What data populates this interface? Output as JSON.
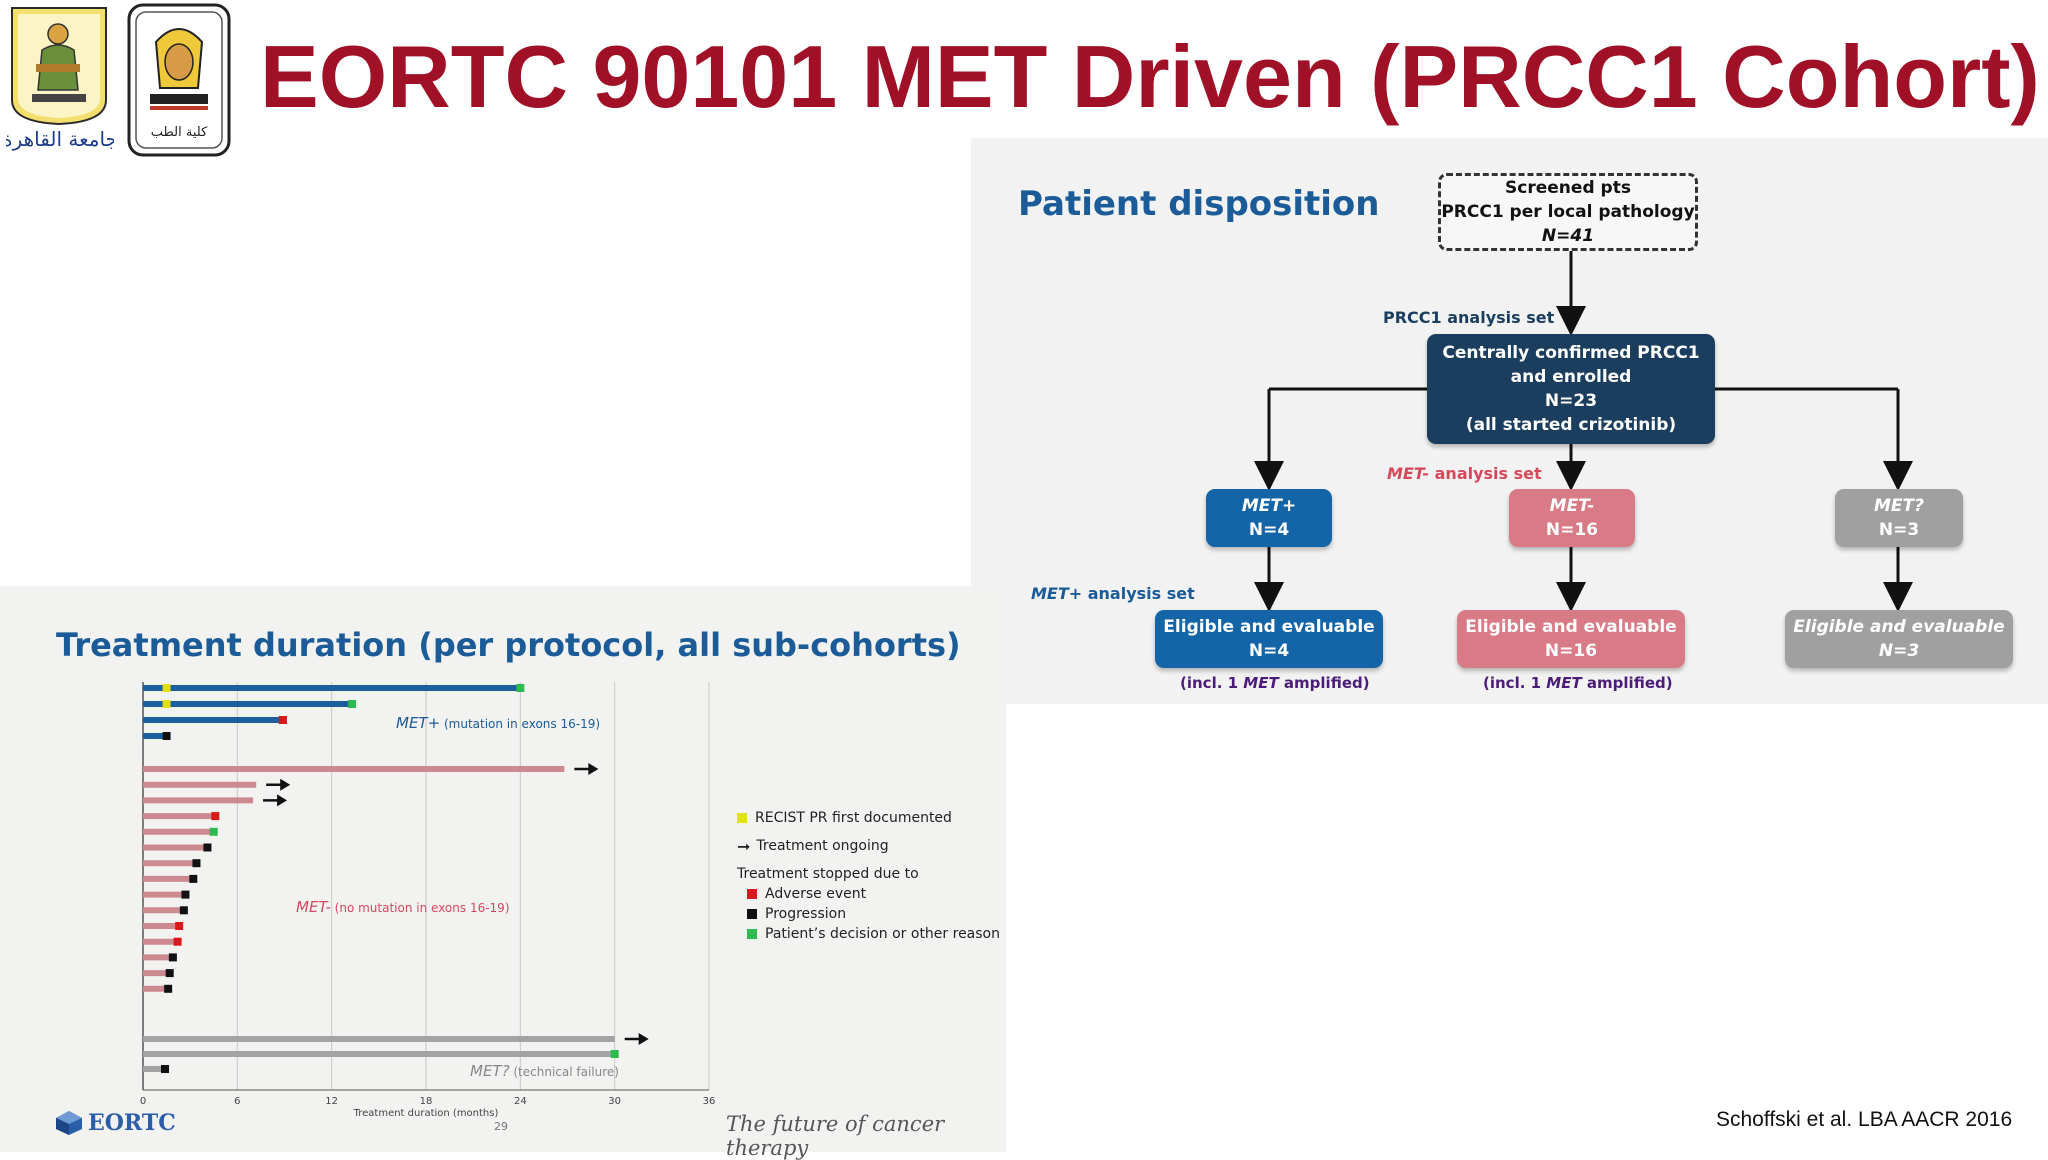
{
  "title": "EORTC 90101 MET Driven (PRCC1 Cohort)",
  "logos": {
    "left_logo_text": "جامعة القاهرة",
    "right_logo_text": "كلية الطب"
  },
  "disposition": {
    "heading": "Patient disposition",
    "screened": {
      "line1": "Screened pts",
      "line2": "PRCC1 per local pathology",
      "line3": "N=41"
    },
    "prcc1_set_label": "PRCC1 analysis set",
    "central": {
      "line1": "Centrally confirmed  PRCC1",
      "line2": "and enrolled",
      "line3": "N=23",
      "line4": "(all started crizotinib)"
    },
    "met_minus_set_label": {
      "met": "MET-",
      "rest": " analysis set"
    },
    "met_plus_set_label": {
      "met": "MET+",
      "rest": " analysis set"
    },
    "groups": [
      {
        "name": "MET+",
        "n": "N=4",
        "eval_line1": "Eligible and evaluable",
        "eval_line2": "N=4",
        "incl_pre": "(incl. 1 ",
        "incl_met": "MET",
        "incl_post": " amplified)"
      },
      {
        "name": "MET-",
        "n": "N=16",
        "eval_line1": "Eligible and evaluable",
        "eval_line2": "N=16",
        "incl_pre": "(incl. 1 ",
        "incl_met": "MET",
        "incl_post": " amplified)"
      },
      {
        "name": "MET?",
        "n": "N=3",
        "eval_line1": "Eligible and evaluable",
        "eval_line2": "N=3"
      }
    ],
    "colors": {
      "dark": "#1b3e5f",
      "blue": "#1464a8",
      "pink": "#d97b86",
      "gray": "#a0a0a0",
      "label_red": "#d6485c",
      "label_blue": "#1b5c98"
    }
  },
  "treatment": {
    "heading": "Treatment duration (per protocol, all sub-cohorts)",
    "legend": {
      "recist": "RECIST PR first documented",
      "ongoing": "Treatment ongoing",
      "stopped_header": "Treatment stopped due to",
      "adverse": "Adverse event",
      "progression": "Progression",
      "decision": "Patient’s decision or other reason"
    },
    "group_labels": {
      "met_plus": {
        "met": "MET+",
        "detail": " (mutation in exons 16-19)"
      },
      "met_minus": {
        "met": "MET-",
        "detail": " (no mutation in exons 16-19)"
      },
      "met_q": {
        "met": "MET?",
        "detail": " (technical failure)"
      }
    },
    "eortc_text": "EORTC",
    "tagline": "The future of cancer therapy",
    "page_number": "29"
  },
  "chart_data": {
    "type": "bar",
    "orientation": "horizontal",
    "xlabel": "Treatment duration (months)",
    "xticks": [
      0,
      6,
      12,
      18,
      24,
      30,
      36
    ],
    "xlim": [
      0,
      36
    ],
    "grid": true,
    "series": [
      {
        "name": "MET+",
        "color": "#1c5f9c",
        "bars": [
          {
            "duration": 24.0,
            "end": "decision",
            "pr_at": 1.5
          },
          {
            "duration": 13.3,
            "end": "decision",
            "pr_at": 1.5
          },
          {
            "duration": 8.9,
            "end": "adverse"
          },
          {
            "duration": 1.5,
            "end": "progression"
          }
        ]
      },
      {
        "name": "MET-",
        "color": "#cc8a90",
        "bars": [
          {
            "duration": 26.8,
            "end": "ongoing"
          },
          {
            "duration": 7.2,
            "end": "ongoing"
          },
          {
            "duration": 7.0,
            "end": "ongoing"
          },
          {
            "duration": 4.6,
            "end": "adverse"
          },
          {
            "duration": 4.5,
            "end": "decision"
          },
          {
            "duration": 4.1,
            "end": "progression"
          },
          {
            "duration": 3.4,
            "end": "progression"
          },
          {
            "duration": 3.2,
            "end": "progression"
          },
          {
            "duration": 2.7,
            "end": "progression"
          },
          {
            "duration": 2.6,
            "end": "progression"
          },
          {
            "duration": 2.3,
            "end": "adverse"
          },
          {
            "duration": 2.2,
            "end": "adverse"
          },
          {
            "duration": 1.9,
            "end": "progression"
          },
          {
            "duration": 1.7,
            "end": "progression"
          },
          {
            "duration": 1.6,
            "end": "progression"
          }
        ]
      },
      {
        "name": "MET?",
        "color": "#a3a3a3",
        "bars": [
          {
            "duration": 30.0,
            "end": "ongoing"
          },
          {
            "duration": 30.0,
            "end": "decision"
          },
          {
            "duration": 1.4,
            "end": "progression"
          }
        ]
      }
    ],
    "marker_colors": {
      "recist": "#dfe21a",
      "adverse": "#d7191c",
      "progression": "#111111",
      "decision": "#2dbb4f",
      "ongoing": "#111111"
    }
  },
  "citation": "Schoffski et al. LBA AACR 2016"
}
